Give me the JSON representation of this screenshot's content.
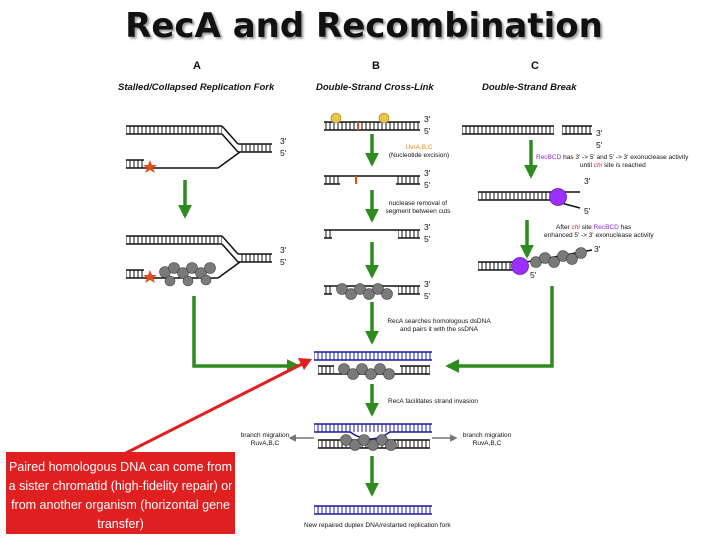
{
  "title": "RecA and Recombination",
  "columns": [
    {
      "letter": "A",
      "heading": "Stalled/Collapsed Replication Fork"
    },
    {
      "letter": "B",
      "heading": "Double-Strand Cross-Link"
    },
    {
      "letter": "C",
      "heading": "Double-Strand Break"
    }
  ],
  "ends": {
    "three": "3'",
    "five": "5'"
  },
  "annotations": {
    "uvr": "UvrA,B,C",
    "nucleotide_excision": "(Nucleotide excision)",
    "nuclease_1": "nuclease removal of",
    "nuclease_2": "segment between cuts",
    "recbcd_a": "RecBCD",
    "recbcd_b": " has 3' -> 5' and 5' -> 3' exonuclease activity",
    "until": "until ",
    "chi": "chi",
    "site_reached": " site is reached",
    "after": "After ",
    "site": " site ",
    "has": " has",
    "enhanced": "enhanced 5' -> 3' exonuclease activity",
    "reca_search_1": "RecA searches homologous dsDNA",
    "reca_search_2": "and pairs it with the ssDNA",
    "reca_invasion": "RecA facilitates strand invasion",
    "branch_migration": "branch migration",
    "ruv": "RuvA,B,C",
    "final": "New repaired duplex DNA/restarted replication fork"
  },
  "callout": "Paired homologous DNA can come from a sister chromatid (high-fidelity repair) or from another organism (horizontal gene transfer)",
  "colors": {
    "arrow_green": "#2e8b1e",
    "callout_red": "#e02020",
    "dna_blue": "#1a1aa0",
    "reca_gray": "#7a7a7a",
    "recbcd_purple": "#9b30ff"
  }
}
